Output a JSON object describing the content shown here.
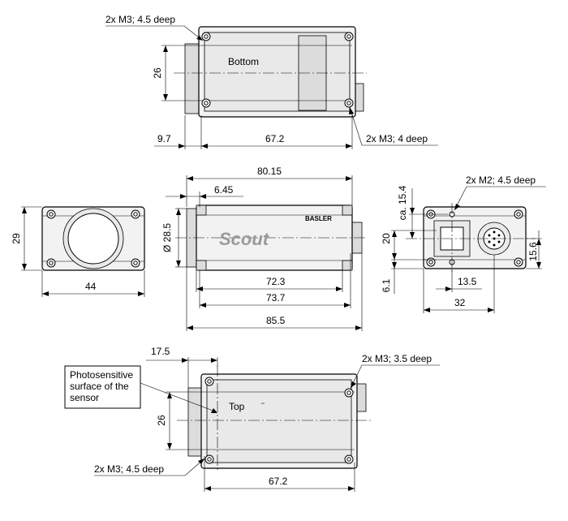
{
  "labels": {
    "bottom_view": "Bottom",
    "top_view": "Top",
    "brand": "Scout",
    "maker": "BASLER",
    "photosensitive_line1": "Photosensitive",
    "photosensitive_line2": "surface of the",
    "photosensitive_line3": "sensor"
  },
  "notes": {
    "bottom_left_holes": "2x M3; 4.5 deep",
    "bottom_right_holes": "2x M3; 4 deep",
    "back_holes": "2x M2; 4.5 deep",
    "top_right_holes": "2x M3; 3.5 deep",
    "top_left_holes": "2x M3; 4.5 deep"
  },
  "dimensions": {
    "bottom_height": "26",
    "bottom_offset": "9.7",
    "bottom_length": "67.2",
    "side_total_body": "80.15",
    "side_offset": "6.45",
    "side_diameter": "Ø 28.5",
    "side_a": "72.3",
    "side_b": "73.7",
    "side_c": "85.5",
    "front_height": "29",
    "front_width": "44",
    "back_ca": "ca. 15.4",
    "back_20": "20",
    "back_15_6": "15.6",
    "back_6_1": "6.1",
    "back_13_5": "13.5",
    "back_32": "32",
    "top_offset": "17.5",
    "top_height": "26",
    "top_length": "67.2"
  }
}
